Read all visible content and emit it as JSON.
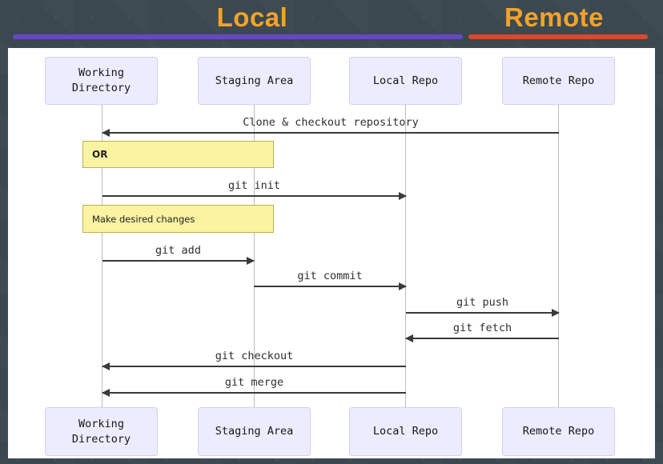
{
  "header": {
    "local_label": "Local",
    "remote_label": "Remote"
  },
  "colors": {
    "background": "#3B4850",
    "header_text_orange": "#F3A22C",
    "local_underline_purple": "#6847C5",
    "remote_underline_red": "#DE472B",
    "panel_white": "#FFFFFF",
    "actor_fill": "#ECECFF",
    "actor_border": "#CFD0F0",
    "note_fill": "#FAF3A2",
    "note_border": "#BCB052",
    "arrow_color": "#3A3A3A",
    "lifeline_gray": "#BCBCBC"
  },
  "diagram": {
    "actors": [
      {
        "label": "Working Directory"
      },
      {
        "label": "Staging Area"
      },
      {
        "label": "Local Repo"
      },
      {
        "label": "Remote Repo"
      }
    ],
    "notes": [
      {
        "label": "OR"
      },
      {
        "label": "Make desired changes"
      }
    ],
    "messages": [
      {
        "label": "Clone & checkout repository",
        "from": "Remote Repo",
        "to": "Working Directory",
        "direction": "left"
      },
      {
        "label": "git init",
        "from": "Working Directory",
        "to": "Local Repo",
        "direction": "right"
      },
      {
        "label": "git add",
        "from": "Working Directory",
        "to": "Staging Area",
        "direction": "right"
      },
      {
        "label": "git commit",
        "from": "Staging Area",
        "to": "Local Repo",
        "direction": "right"
      },
      {
        "label": "git push",
        "from": "Local Repo",
        "to": "Remote Repo",
        "direction": "right"
      },
      {
        "label": "git fetch",
        "from": "Remote Repo",
        "to": "Local Repo",
        "direction": "left"
      },
      {
        "label": "git checkout",
        "from": "Local Repo",
        "to": "Working Directory",
        "direction": "left"
      },
      {
        "label": "git merge",
        "from": "Local Repo",
        "to": "Working Directory",
        "direction": "left"
      }
    ]
  }
}
